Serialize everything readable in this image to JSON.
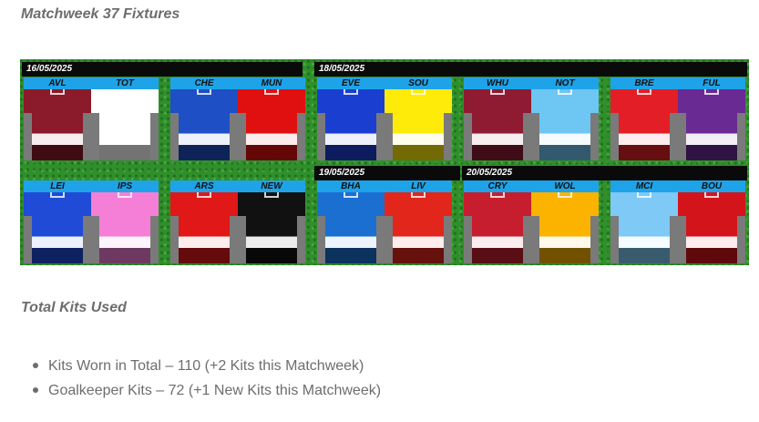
{
  "page": {
    "fixtures_heading": "Matchweek 37 Fixtures",
    "kits_heading": "Total Kits Used"
  },
  "dates": [
    "16/05/2025",
    "18/05/2025",
    "19/05/2025",
    "20/05/2025"
  ],
  "matches": [
    {
      "home": "AVL",
      "away": "TOT"
    },
    {
      "home": "CHE",
      "away": "MUN"
    },
    {
      "home": "EVE",
      "away": "SOU"
    },
    {
      "home": "WHU",
      "away": "NOT"
    },
    {
      "home": "BRE",
      "away": "FUL"
    },
    {
      "home": "LEI",
      "away": "IPS"
    },
    {
      "home": "ARS",
      "away": "NEW"
    },
    {
      "home": "BHA",
      "away": "LIV"
    },
    {
      "home": "CRY",
      "away": "WOL"
    },
    {
      "home": "MCI",
      "away": "BOU"
    }
  ],
  "kit_colors": {
    "AVL": "#8b1a2a",
    "TOT": "#ffffff",
    "CHE": "#1f4fc4",
    "MUN": "#e01010",
    "EVE": "#1a3fd0",
    "SOU": "#ffeb0a",
    "WHU": "#8f1b32",
    "NOT": "#6ec6f3",
    "BRE": "#e41e26",
    "FUL": "#6a2a93",
    "LEI": "#1f4bd6",
    "IPS": "#f57fd6",
    "ARS": "#e01818",
    "NEW": "#111111",
    "BHA": "#1b6fd0",
    "LIV": "#e3261b",
    "CRY": "#c61e2e",
    "WOL": "#fbb300",
    "MCI": "#7ec9f5",
    "BOU": "#d4141b"
  },
  "stats": [
    "Kits Worn in Total – 110 (+2 Kits this Matchweek)",
    "Goalkeeper Kits – 72 (+1 New Kits this Matchweek)"
  ]
}
